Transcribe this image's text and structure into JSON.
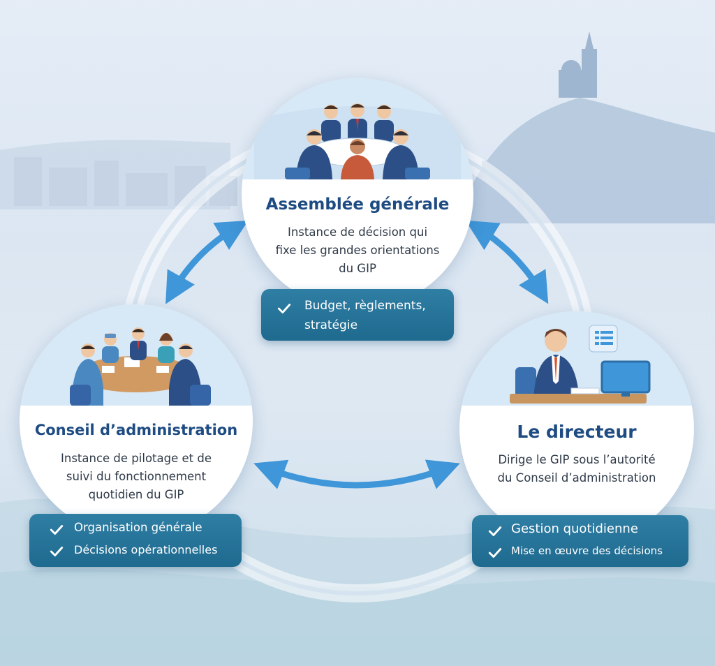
{
  "nodes": {
    "assemblee": {
      "title": "Assemblée générale",
      "description": [
        "Instance de décision qui",
        "fixe les grandes orientations",
        "du GIP"
      ],
      "items": [
        "Budget, règlements,",
        "stratégie"
      ]
    },
    "conseil": {
      "title": "Conseil d’administration",
      "description": [
        "Instance de pilotage et de",
        "suivi du fonctionnement",
        "quotidien du GIP"
      ],
      "items": [
        "Organisation générale",
        "Décisions opérationnelles"
      ]
    },
    "directeur": {
      "title": "Le directeur",
      "description": [
        "Dirige le GIP sous l’autorité",
        "du Conseil d’administration"
      ],
      "items": [
        "Gestion quotidienne",
        "Mise en œuvre des décisions"
      ]
    }
  },
  "colors": {
    "title": "#1d4b82",
    "pill": "#2673a0",
    "arrow": "#3f96d8",
    "suit": "#2b4f86"
  },
  "icons": [
    "check-icon",
    "meeting-scene",
    "document-icon",
    "monitor-icon"
  ]
}
